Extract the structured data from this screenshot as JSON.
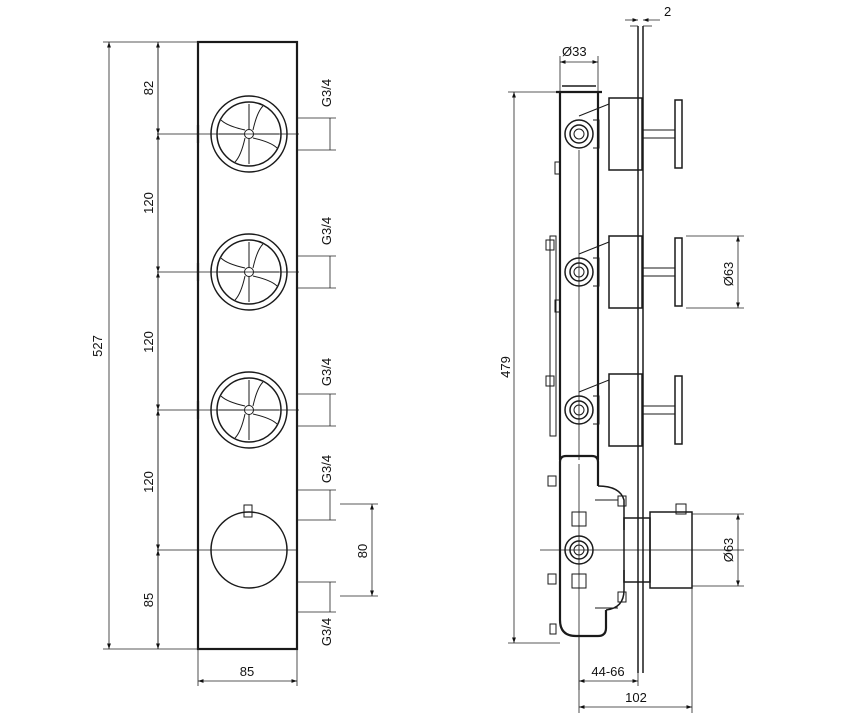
{
  "front_view": {
    "labels": {
      "overall_height": "527",
      "top_spacing": "82",
      "spacing_1": "120",
      "spacing_2": "120",
      "spacing_3": "120",
      "bottom_spacing": "85",
      "width": "85",
      "outlet_spacing": "80",
      "connection_1": "G3/4",
      "connection_2": "G3/4",
      "connection_3": "G3/4",
      "connection_4": "G3/4",
      "connection_5": "G3/4"
    }
  },
  "side_view": {
    "labels": {
      "plate_thickness": "2",
      "body_diameter": "Ø33",
      "body_height": "479",
      "handle_diameter": "Ø63",
      "knob_diameter": "Ø63",
      "depth_range": "44-66",
      "overall_depth": "102"
    }
  }
}
